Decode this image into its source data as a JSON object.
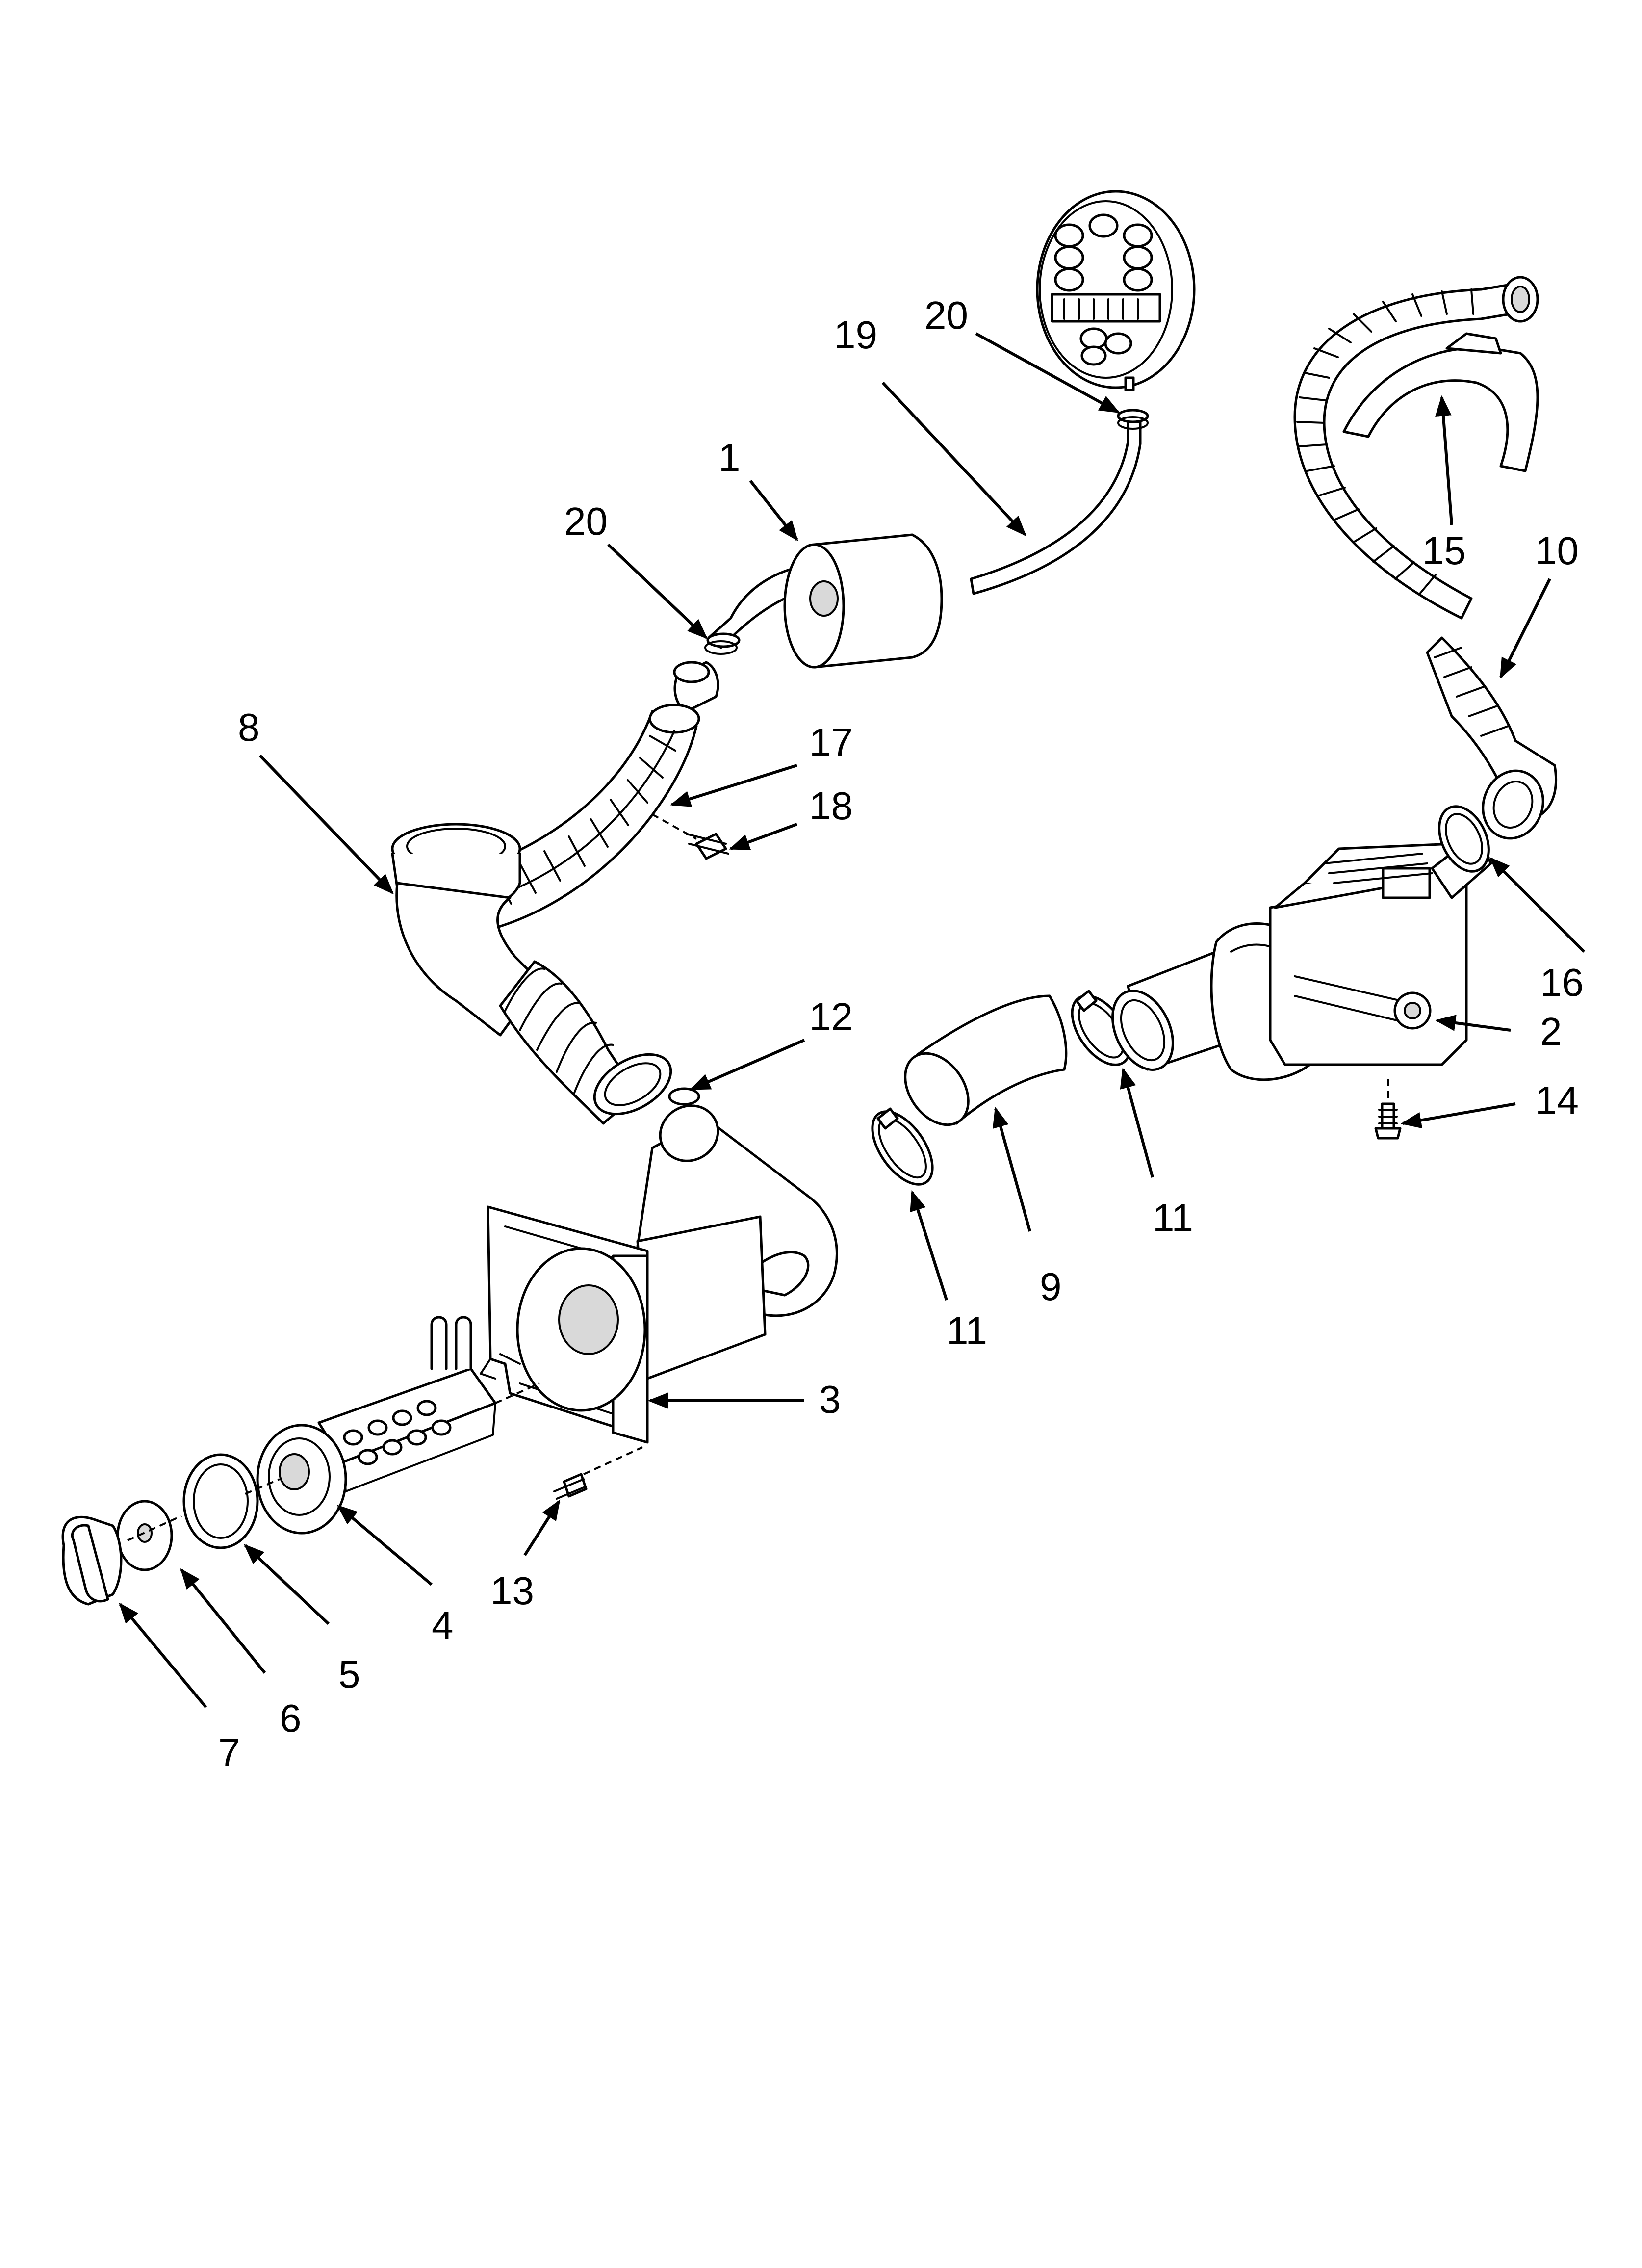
{
  "callouts": {
    "c1": "1",
    "c2": "2",
    "c3": "3",
    "c4": "4",
    "c5": "5",
    "c6": "6",
    "c7": "7",
    "c8": "8",
    "c9": "9",
    "c10": "10",
    "c11a": "11",
    "c11b": "11",
    "c12": "12",
    "c13": "13",
    "c14": "14",
    "c15": "15",
    "c16": "16",
    "c17": "17",
    "c18": "18",
    "c19": "19",
    "c20a": "20",
    "c20b": "20"
  },
  "colors": {
    "line": "#000000",
    "background": "#ffffff",
    "shade": "#d9d9d9"
  }
}
